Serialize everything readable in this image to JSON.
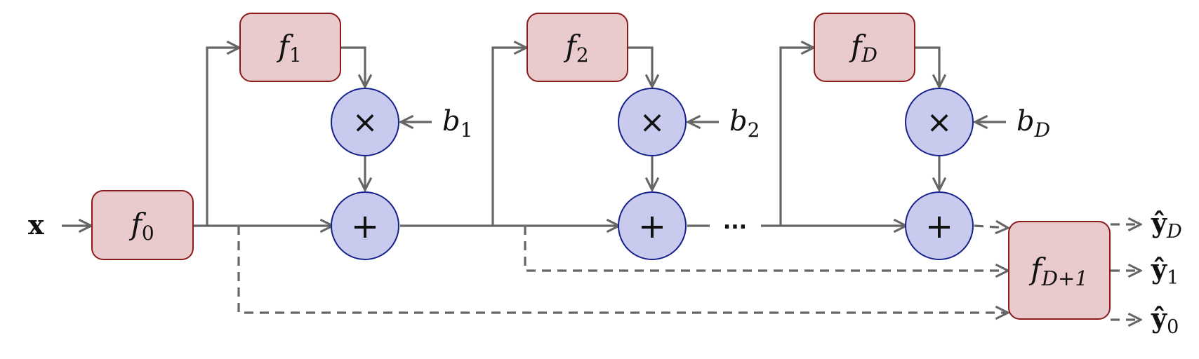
{
  "input_label": "x",
  "f0": {
    "base": "f",
    "sub": "0"
  },
  "stages": [
    {
      "f_base": "f",
      "f_sub": "1",
      "b_base": "b",
      "b_sub": "1"
    },
    {
      "f_base": "f",
      "f_sub": "2",
      "b_base": "b",
      "b_sub": "2"
    },
    {
      "f_base": "f",
      "f_sub": "D",
      "b_base": "b",
      "b_sub": "D"
    }
  ],
  "operators": {
    "multiply": "×",
    "add": "+"
  },
  "ellipsis": "...",
  "final": {
    "base": "f",
    "sub": "D+1"
  },
  "outputs": [
    {
      "base": "ŷ",
      "sub": "D"
    },
    {
      "base": "ŷ",
      "sub": "1"
    },
    {
      "base": "ŷ",
      "sub": "0"
    }
  ]
}
